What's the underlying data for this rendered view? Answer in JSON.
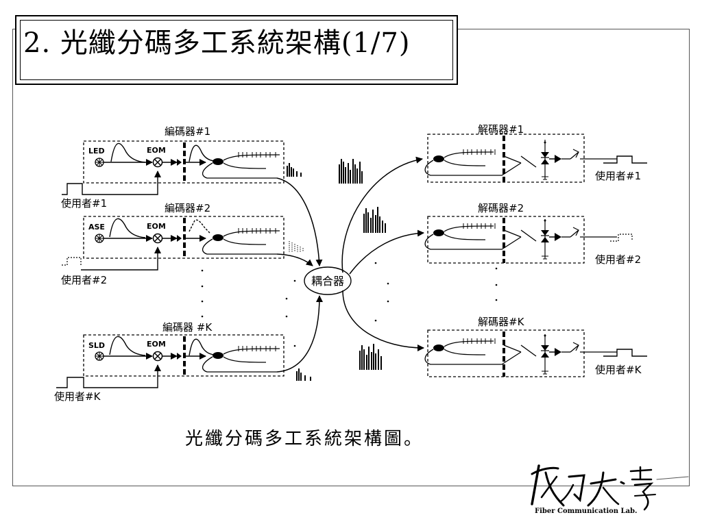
{
  "slide": {
    "title": "2. 光纖分碼多工系統架構(1/7)",
    "caption": "光纖分碼多工系統架構圖。"
  },
  "diagram": {
    "coupler_label": "耦合器",
    "encoders": [
      {
        "label": "編碼器#1",
        "source": "LED",
        "modulator": "EOM",
        "user": "使用者#1"
      },
      {
        "label": "編碼器#2",
        "source": "ASE",
        "modulator": "EOM",
        "user": "使用者#2"
      },
      {
        "label": "編碼器  #K",
        "source": "SLD",
        "modulator": "EOM",
        "user": "使用者#K"
      }
    ],
    "decoders": [
      {
        "label": "解碼器#1",
        "user": "使用者#1"
      },
      {
        "label": "解碼器#2",
        "user": "使用者#2"
      },
      {
        "label": "解碼器#K",
        "user": "使用者#K"
      }
    ]
  },
  "logo": {
    "text": "成功大學",
    "subtitle": "Fiber Communication Lab."
  }
}
